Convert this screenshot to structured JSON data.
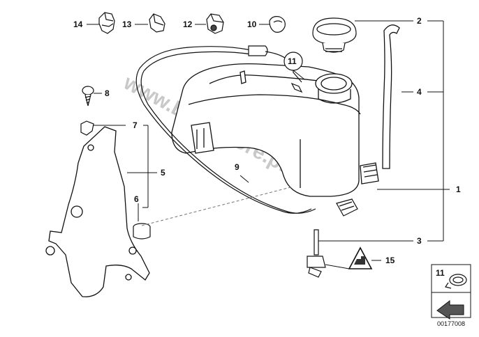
{
  "watermark": "www.BMWstore.pl",
  "diagram_ref": "00177008",
  "callouts": {
    "c1": "1",
    "c2": "2",
    "c3": "3",
    "c4": "4",
    "c5": "5",
    "c6": "6",
    "c7": "7",
    "c8": "8",
    "c9": "9",
    "c10": "10",
    "c11": "11",
    "c12": "12",
    "c13": "13",
    "c14": "14",
    "c15": "15"
  },
  "legend": {
    "item_number": "11"
  }
}
